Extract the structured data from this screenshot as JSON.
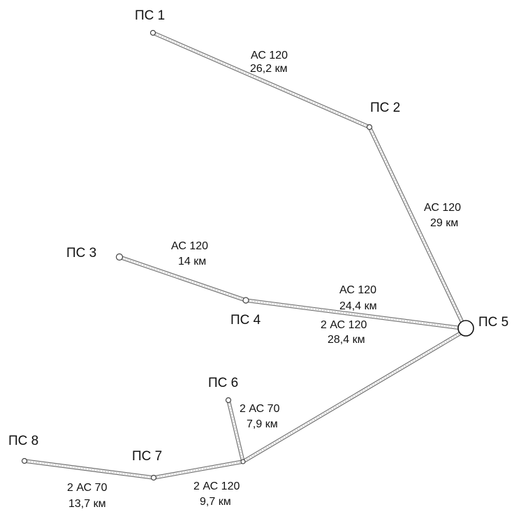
{
  "substations": {
    "ps1": "ПС 1",
    "ps2": "ПС 2",
    "ps3": "ПС 3",
    "ps4": "ПС 4",
    "ps5": "ПС 5",
    "ps6": "ПС 6",
    "ps7": "ПС 7",
    "ps8": "ПС 8"
  },
  "lines": {
    "l12": {
      "wire": "АС 120",
      "length": "26,2 км"
    },
    "l25": {
      "wire": "АС 120",
      "length": "29 км"
    },
    "l34": {
      "wire": "АС 120",
      "length": "14 км"
    },
    "l45": {
      "wire": "АС 120",
      "length": "24,4 км"
    },
    "l5j": {
      "wire": "2 АС 120",
      "length": "28,4 км"
    },
    "l6j": {
      "wire": "2 АС 70",
      "length": "7,9 км"
    },
    "l7j": {
      "wire": "2 АС 120",
      "length": "9,7 км"
    },
    "l78": {
      "wire": "2 АС 70",
      "length": "13,7 км"
    }
  }
}
